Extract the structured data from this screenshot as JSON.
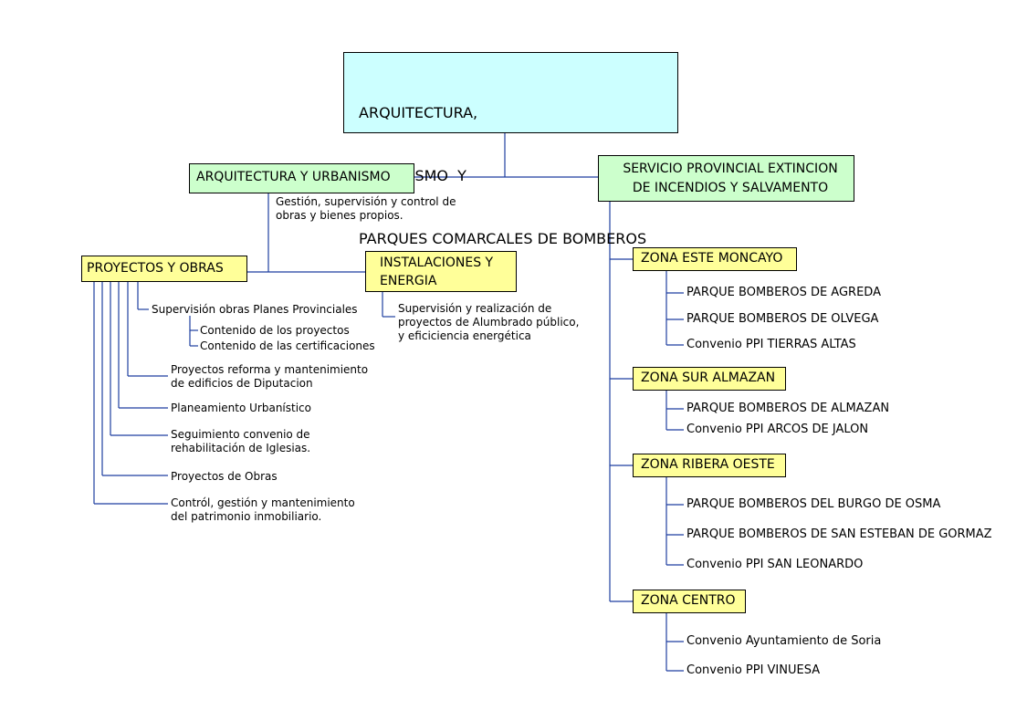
{
  "root": {
    "title_line1": "ARQUITECTURA,",
    "title_line2": "URBANISMO  Y",
    "title_line3": "PARQUES COMARCALES DE BOMBEROS"
  },
  "arquitectura": {
    "label": "ARQUITECTURA Y URBANISMO",
    "description": "Gestión, supervisión y control de\nobras y bienes propios."
  },
  "proyectos": {
    "label": "PROYECTOS Y OBRAS",
    "supervision": "Supervisión obras Planes Provinciales",
    "sub_items": [
      "Contenido de los proyectos",
      "Contenido de las certificaciones"
    ],
    "items": [
      "Proyectos reforma y mantenimiento\nde edificios de Diputacion",
      "Planeamiento Urbanístico",
      "Seguimiento convenio de\nrehabilitación de Iglesias.",
      "Proyectos  de Obras",
      "Contról, gestión y mantenimiento\ndel patrimonio inmobiliario."
    ]
  },
  "instalaciones": {
    "label": "INSTALACIONES Y\nENERGIA",
    "description": "Supervisión y realización de\nproyectos de Alumbrado público,\ny eficiciencia energética"
  },
  "servicio": {
    "label": "SERVICIO PROVINCIAL EXTINCION\nDE INCENDIOS Y SALVAMENTO",
    "zones": [
      {
        "name": "ZONA ESTE MONCAYO",
        "items": [
          "PARQUE BOMBEROS DE AGREDA",
          "PARQUE BOMBEROS DE OLVEGA",
          "Convenio PPI TIERRAS ALTAS"
        ]
      },
      {
        "name": "ZONA SUR ALMAZAN",
        "items": [
          "PARQUE BOMBEROS DE ALMAZAN",
          "Convenio PPI ARCOS DE JALON"
        ]
      },
      {
        "name": "ZONA RIBERA OESTE",
        "items": [
          "PARQUE BOMBEROS DEL BURGO DE OSMA",
          "PARQUE BOMBEROS DE SAN ESTEBAN DE GORMAZ",
          "Convenio PPI SAN LEONARDO"
        ]
      },
      {
        "name": "ZONA CENTRO",
        "items": [
          "Convenio Ayuntamiento de Soria",
          "Convenio PPI VINUESA"
        ]
      }
    ]
  },
  "colors": {
    "root_fill": "#ccffff",
    "department_fill": "#ccffcc",
    "section_fill": "#ffff99",
    "connector": "#1f3fa0"
  }
}
